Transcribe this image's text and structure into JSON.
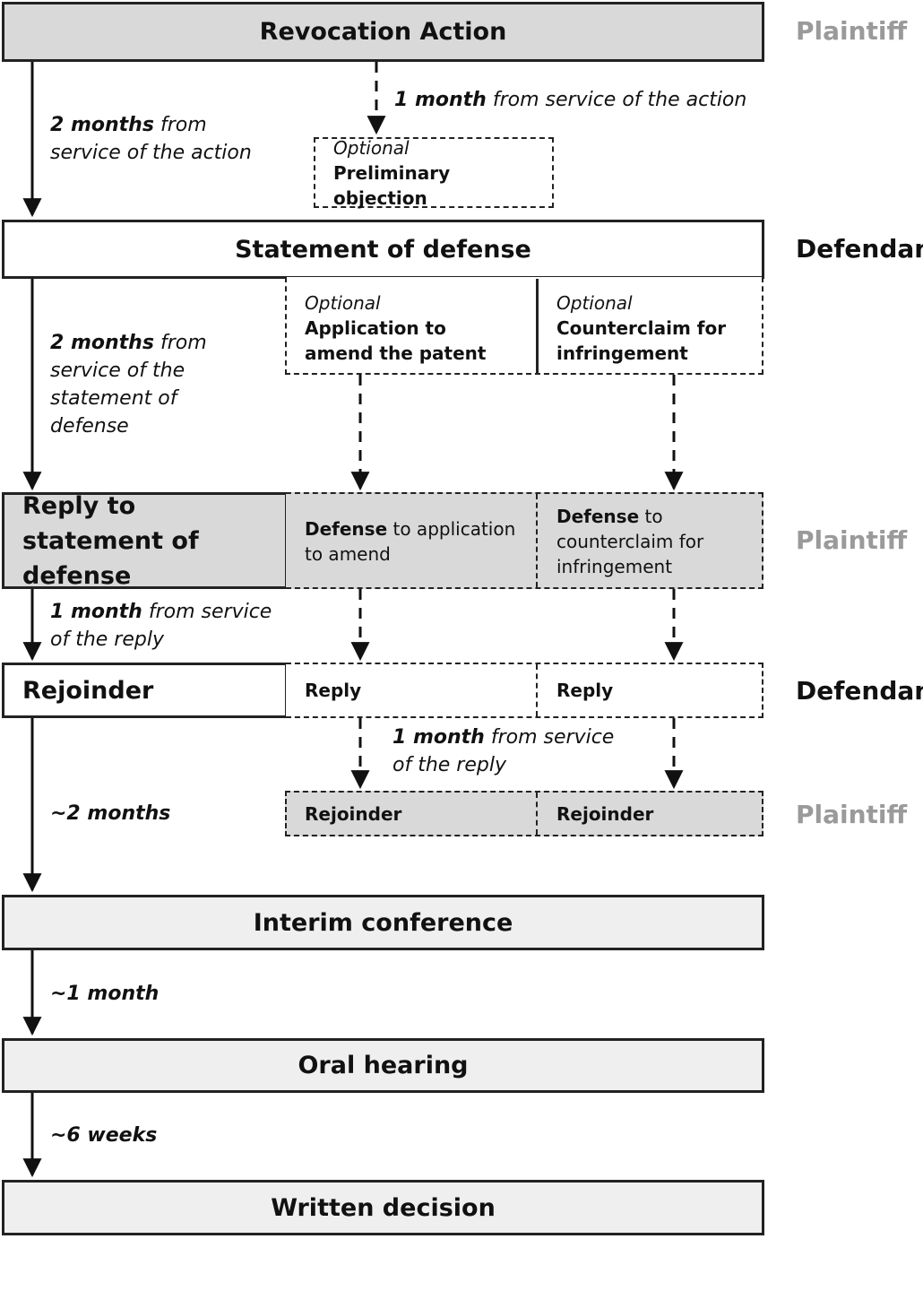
{
  "boxes": {
    "revocation": "Revocation Action",
    "preliminary_optional": "Optional",
    "preliminary_label": "Preliminary objection",
    "statement": "Statement of defense",
    "amend_optional": "Optional",
    "amend_label": "Application to amend the patent",
    "counter_optional": "Optional",
    "counter_label": "Counterclaim for infringement",
    "reply_statement": "Reply to statement of defense",
    "defense_amend_bold": "Defense",
    "defense_amend_rest": " to application to amend",
    "defense_counter_bold": "Defense",
    "defense_counter_rest": " to counterclaim for infringement",
    "rejoinder": "Rejoinder",
    "reply_1": "Reply",
    "reply_2": "Reply",
    "rejoinder_1": "Rejoinder",
    "rejoinder_2": "Rejoinder",
    "interim": "Interim conference",
    "oral": "Oral hearing",
    "written": "Written decision"
  },
  "parties": {
    "p1": "Plaintiff",
    "p2": "Defendant",
    "p3": "Plaintiff",
    "p4": "Defendant",
    "p5": "Plaintiff"
  },
  "notes": {
    "n1_bold": "1 month",
    "n1_rest": " from service of the action",
    "n2_bold": "2 months",
    "n2_rest": " from service of the action",
    "n3_bold": "2 months",
    "n3_rest": " from service of the statement of defense",
    "n4_bold": "1 month",
    "n4_rest": " from service of the reply",
    "n5_bold": "1 month",
    "n5_rest": " from service of the reply",
    "n6": "~2 months",
    "n7": "~1 month",
    "n8": "~6 weeks"
  },
  "colors": {
    "dark_fill": "#d9d9d9",
    "light_fill": "#efefef",
    "party_gray": "#9a9a9a",
    "line": "#222222"
  }
}
